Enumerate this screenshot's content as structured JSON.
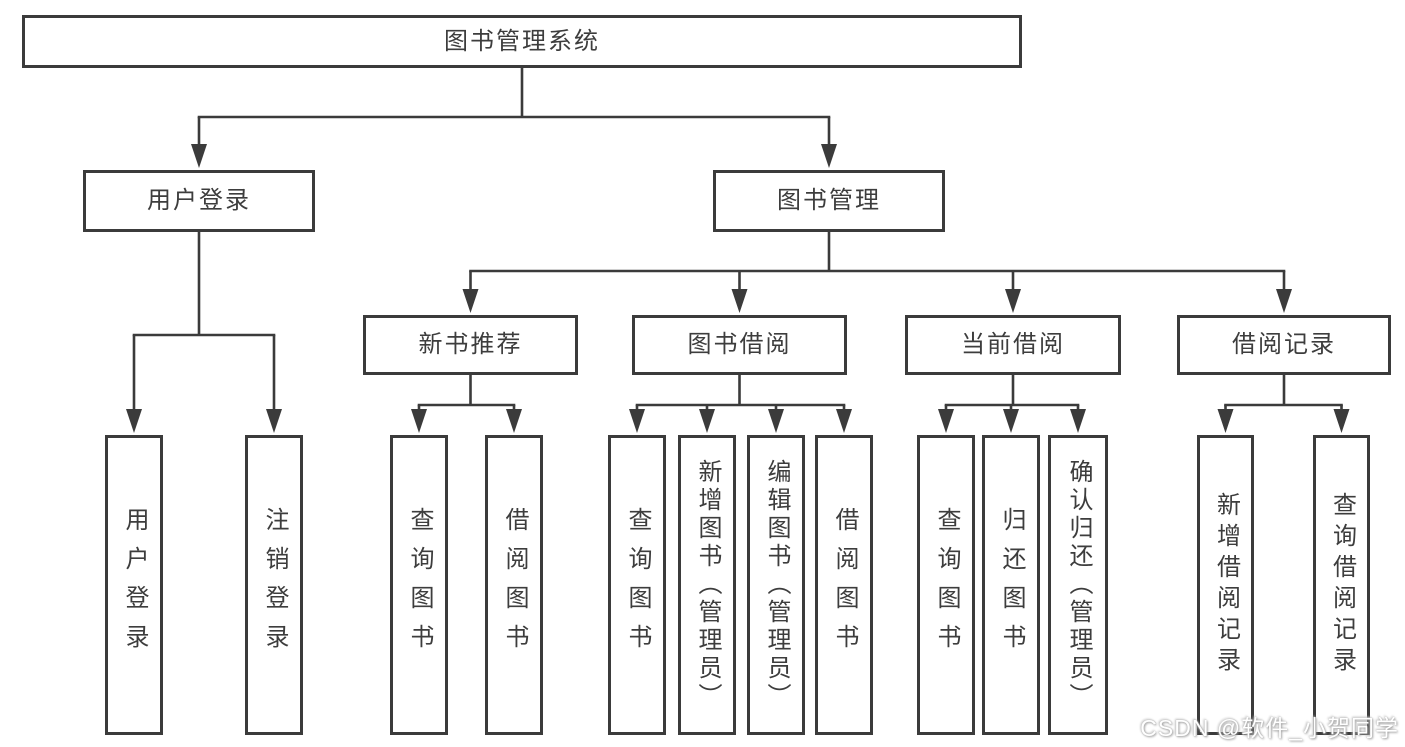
{
  "diagram_title": "图书管理系统",
  "tree": {
    "id": "root",
    "label": "图书管理系统",
    "children": [
      {
        "id": "user-login-module",
        "label": "用户登录",
        "children": [
          {
            "id": "login",
            "label": "用户登录"
          },
          {
            "id": "logout",
            "label": "注销登录"
          }
        ]
      },
      {
        "id": "book-management",
        "label": "图书管理",
        "children": [
          {
            "id": "new-book-recommend",
            "label": "新书推荐",
            "children": [
              {
                "id": "nbr-query-book",
                "label": "查询图书"
              },
              {
                "id": "nbr-borrow-book",
                "label": "借阅图书"
              }
            ]
          },
          {
            "id": "book-borrowing",
            "label": "图书借阅",
            "children": [
              {
                "id": "bb-query-book",
                "label": "查询图书"
              },
              {
                "id": "bb-add-book",
                "label": "新增图书（管理员）"
              },
              {
                "id": "bb-edit-book",
                "label": "编辑图书（管理员）"
              },
              {
                "id": "bb-borrow-book",
                "label": "借阅图书"
              }
            ]
          },
          {
            "id": "current-borrowing",
            "label": "当前借阅",
            "children": [
              {
                "id": "cb-query-book",
                "label": "查询图书"
              },
              {
                "id": "cb-return-book",
                "label": "归还图书"
              },
              {
                "id": "cb-confirm-return",
                "label": "确认归还（管理员）"
              }
            ]
          },
          {
            "id": "borrowing-records",
            "label": "借阅记录",
            "children": [
              {
                "id": "br-add-record",
                "label": "新增借阅记录"
              },
              {
                "id": "br-query-record",
                "label": "查询借阅记录"
              }
            ]
          }
        ]
      }
    ]
  },
  "watermark": {
    "text": "CSDN @软件_小贺同学"
  },
  "colors": {
    "line": "#3b3b3b",
    "box_border": "#3b3b3b",
    "text": "#3d3d3d",
    "background": "#ffffff",
    "watermark_text": "#ffffff"
  }
}
